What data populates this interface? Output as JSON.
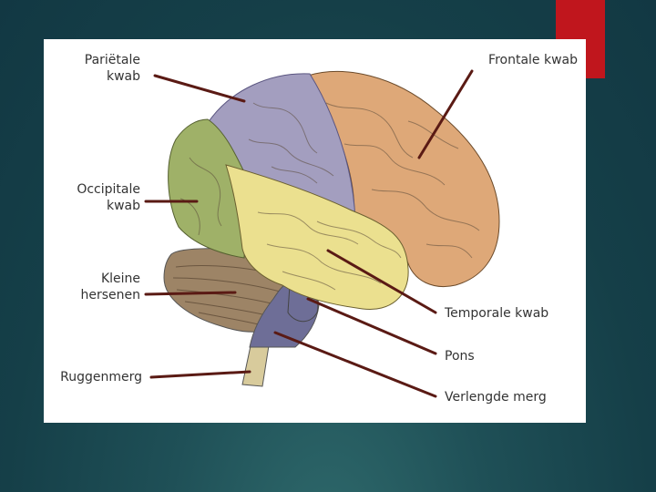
{
  "colors": {
    "background": "#174650",
    "accent": "#c0161d",
    "parietal": "#a39ebf",
    "frontal": "#dea878",
    "occipital": "#9fb168",
    "temporal": "#ebe08f",
    "cerebellum": "#9d8466",
    "brainstem": "#6e6e97",
    "spinal_cord": "#d8cb9c",
    "leader_line": "#5a1a14"
  },
  "labels": {
    "parietal_1": "Pariëtale",
    "parietal_2": "kwab",
    "frontal": "Frontale kwab",
    "occipital_1": "Occipitale",
    "occipital_2": "kwab",
    "cerebellum_1": "Kleine",
    "cerebellum_2": "hersenen",
    "spinal_cord": "Ruggenmerg",
    "temporal": "Temporale kwab",
    "pons": "Pons",
    "medulla": "Verlengde merg"
  }
}
